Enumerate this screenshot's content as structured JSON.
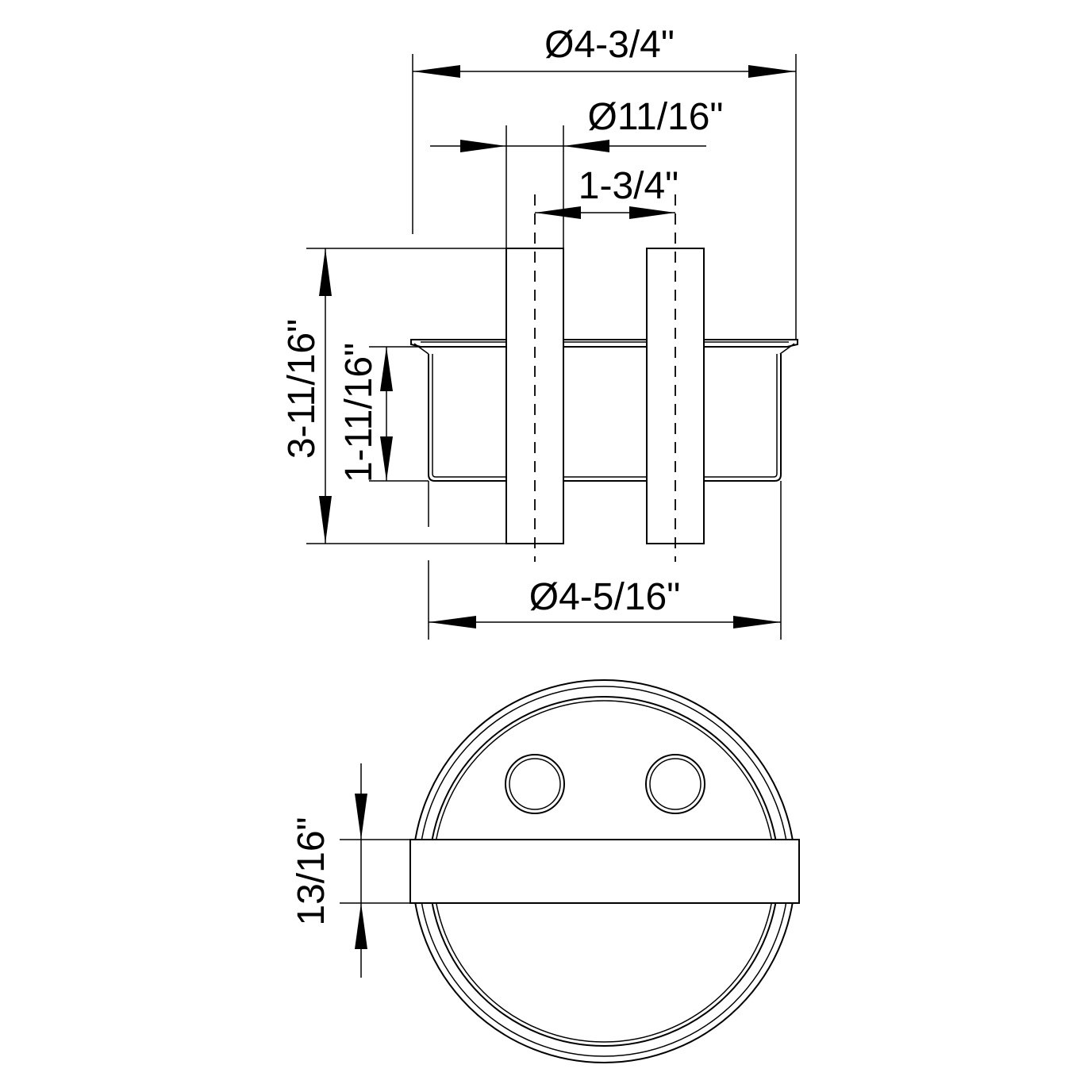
{
  "drawing": {
    "side_view": {
      "dim_overall_diameter": "Ø4-3/4\"",
      "dim_pin_diameter": "Ø11/16\"",
      "dim_pin_spacing": "1-3/4\"",
      "dim_total_height": "3-11/16\"",
      "dim_body_height": "1-11/16\"",
      "dim_body_diameter": "Ø4-5/16\""
    },
    "top_view": {
      "dim_handle_width": "13/16\""
    }
  }
}
